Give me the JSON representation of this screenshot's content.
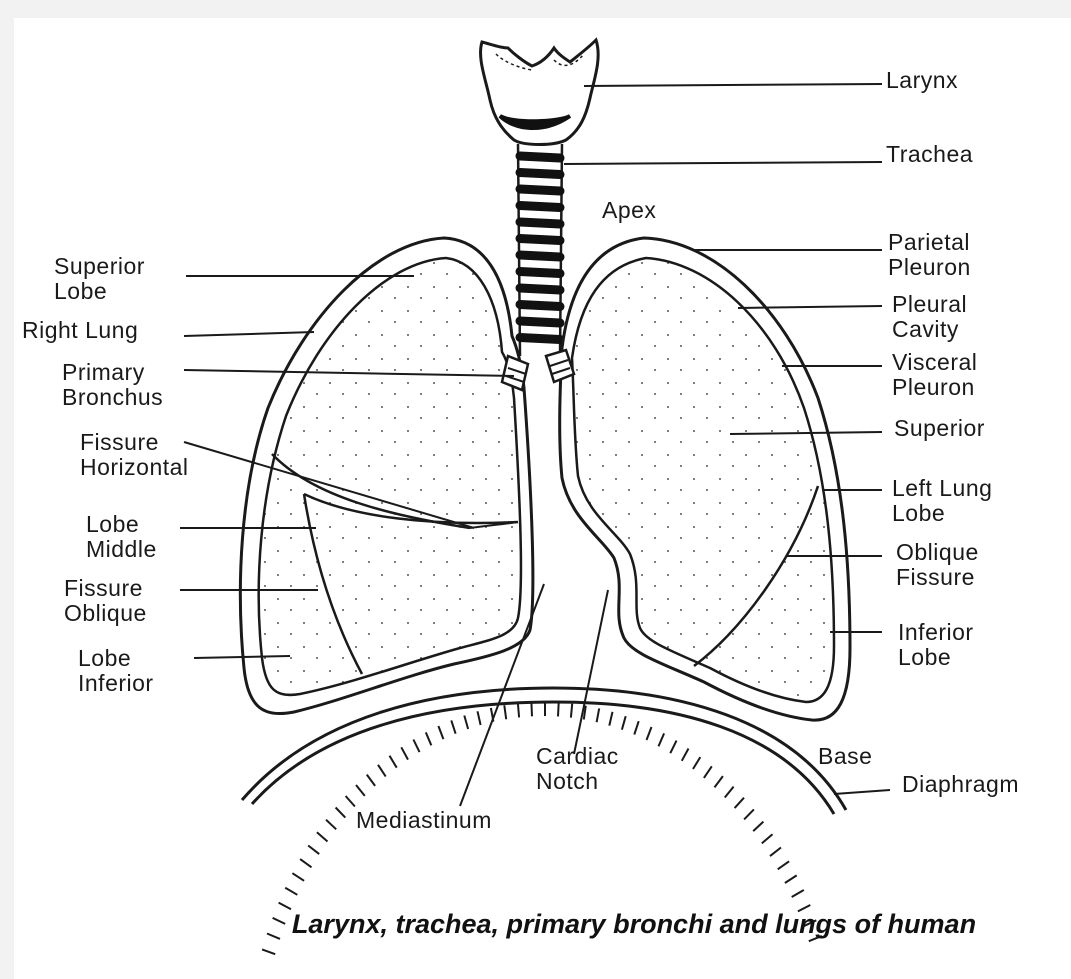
{
  "labels": {
    "larynx": "Larynx",
    "trachea": "Trachea",
    "apex": "Apex",
    "parietal_pleuron": [
      "Parietal",
      "Pleuron"
    ],
    "pleural_cavity": [
      "Pleural",
      "Cavity"
    ],
    "visceral_pleuron": [
      "Visceral",
      "Pleuron"
    ],
    "superior": "Superior",
    "left_lung_lobe": [
      "Left Lung",
      "Lobe"
    ],
    "oblique_fissure": [
      "Oblique",
      "Fissure"
    ],
    "inferior_lobe": [
      "Inferior",
      "Lobe"
    ],
    "base": "Base",
    "diaphragm": "Diaphragm",
    "superior_lobe": [
      "Superior",
      "Lobe"
    ],
    "right_lung": "Right Lung",
    "primary_bronchus": [
      "Primary",
      "Bronchus"
    ],
    "fissure_horizontal": [
      "Fissure",
      "Horizontal"
    ],
    "lobe_middle": [
      "Lobe",
      "Middle"
    ],
    "fissure_oblique": [
      "Fissure",
      "Oblique"
    ],
    "lobe_inferior": [
      "Lobe",
      "Inferior"
    ],
    "cardiac_notch": [
      "Cardiac",
      "Notch"
    ],
    "mediastinum": "Mediastinum"
  },
  "caption": "Larynx, trachea, primary bronchi and lungs of human"
}
